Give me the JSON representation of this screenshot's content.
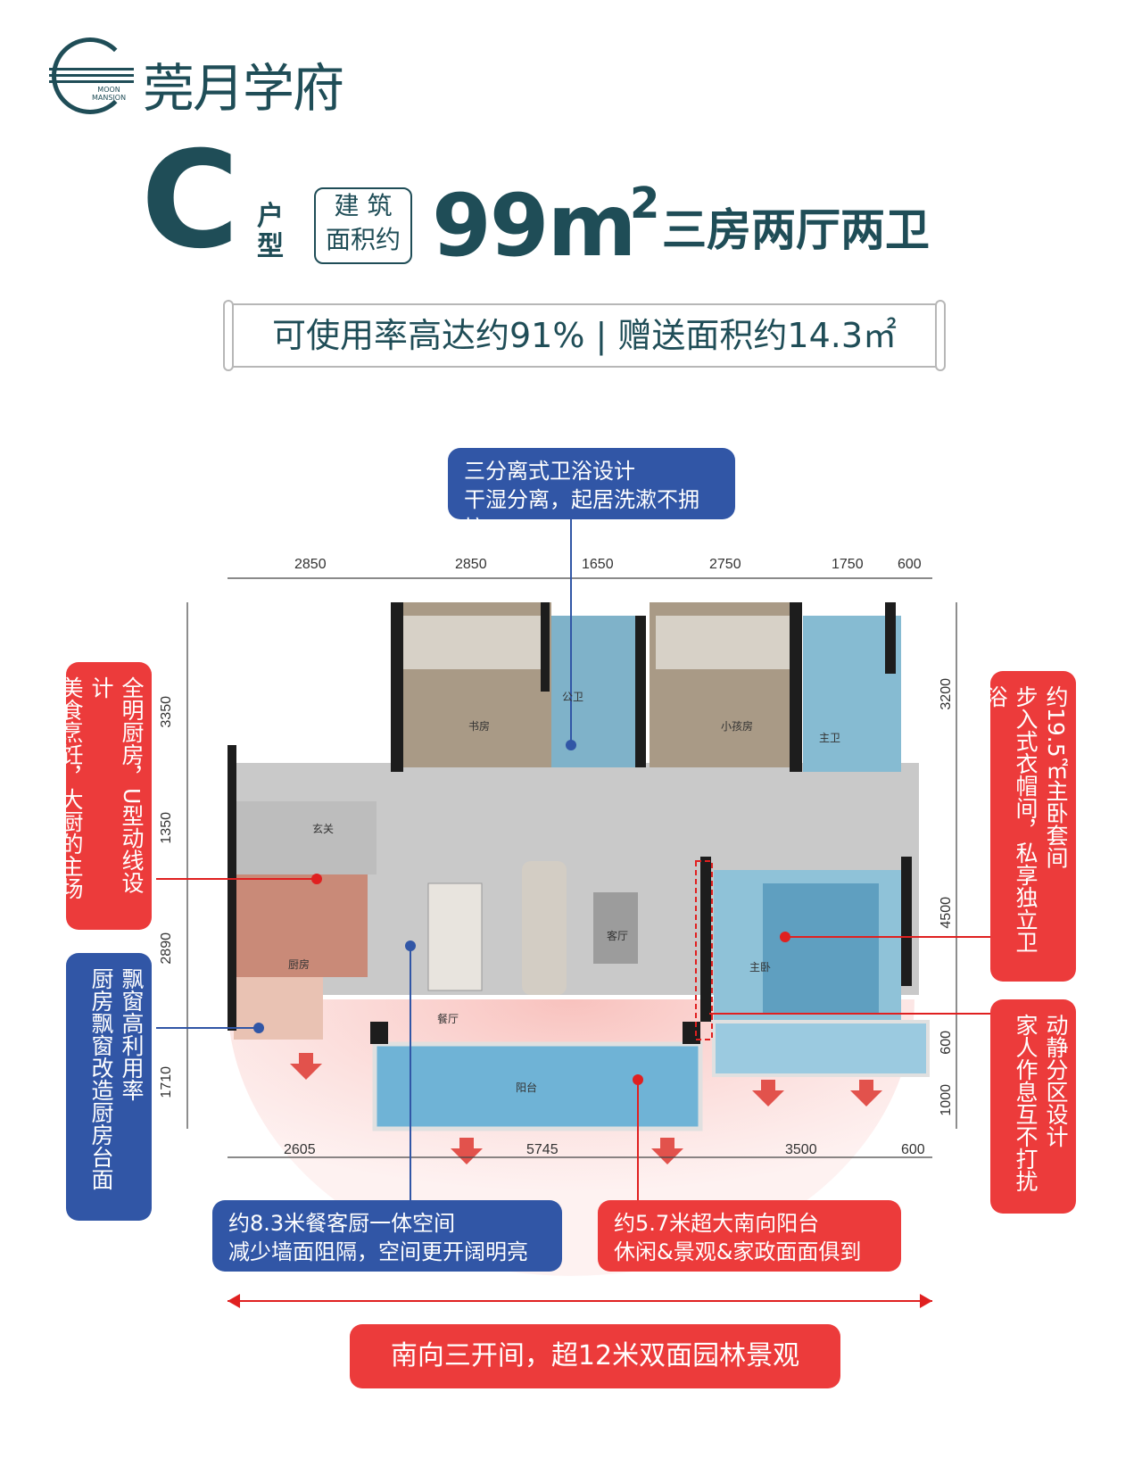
{
  "header": {
    "logo_text": "莞月学府",
    "logo_sub_1": "MOON",
    "logo_sub_2": "MANSION",
    "unit_letter": "C",
    "unit_type_label": "户型",
    "area_label_1": "建 筑",
    "area_label_2": "面积约",
    "area_value": "99m",
    "area_unit_sup": "2",
    "rooms": "三房两厅两卫"
  },
  "banner": {
    "text": "可使用率高达约91% | 赠送面积约14.3㎡"
  },
  "callouts": {
    "bath": [
      "三分离式卫浴设计",
      "干湿分离，起居洗漱不拥挤"
    ],
    "kitchen": "全明厨房，U型动线设计\n美食烹饪，大厨的主场",
    "bay": "飘窗高利用率\n厨房飘窗改造厨房台面",
    "master": "约19.5㎡主卧套间\n步入式衣帽间，私享独立卫浴",
    "zone": "动静分区设计\n家人作息互不打扰",
    "living": [
      "约8.3米餐客厨一体空间",
      "减少墙面阻隔，空间更开阔明亮"
    ],
    "balcony": [
      "约5.7米超大南向阳台",
      "休闲&景观&家政面面俱到"
    ],
    "bottom": "南向三开间，超12米双面园林景观"
  },
  "dimensions": {
    "top": [
      "2850",
      "2850",
      "1650",
      "2750",
      "1750",
      "600"
    ],
    "bottom": [
      "2605",
      "5745",
      "3500",
      "600"
    ],
    "left": [
      "3350",
      "1350",
      "2890",
      "1710"
    ],
    "right": [
      "3200",
      "4500",
      "600",
      "1000"
    ]
  },
  "rooms_labels": {
    "study": "书房",
    "public_bath": "公卫",
    "child_room": "小孩房",
    "master_bath": "主卫",
    "foyer": "玄关",
    "kitchen": "厨房",
    "dining": "餐厅",
    "living": "客厅",
    "master_bed": "主卧",
    "balcony": "阳台"
  },
  "colors": {
    "brand": "#1f4d57",
    "blue": "#3156a6",
    "red": "#ec3b3b"
  }
}
